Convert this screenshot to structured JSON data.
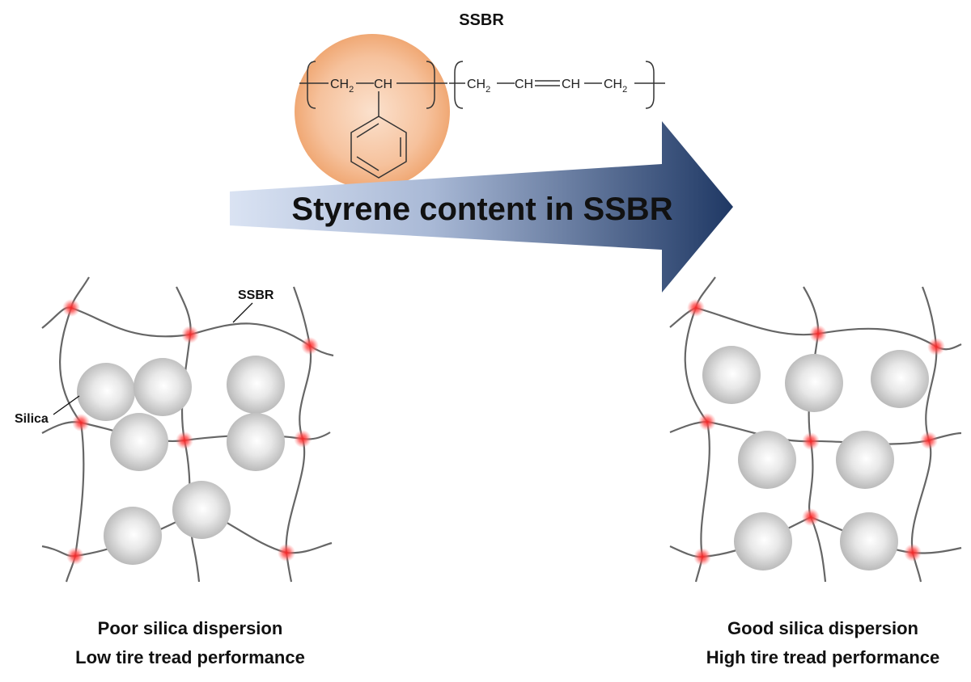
{
  "title": "SSBR",
  "formula": {
    "styrene_ch2": "CH",
    "styrene_ch": "CH",
    "butadiene": [
      "CH",
      "CH",
      "CH",
      "CH"
    ],
    "sub": "2"
  },
  "arrow_label": "Styrene content in SSBR",
  "left_panel": {
    "ssbr_label": "SSBR",
    "silica_label": "Silica",
    "caption_line1": "Poor silica dispersion",
    "caption_line2": "Low tire tread performance"
  },
  "right_panel": {
    "caption_line1": "Good silica dispersion",
    "caption_line2": "High tire tread performance"
  },
  "colors": {
    "styrene_circle": "#f4b183",
    "arrow_light": "#dae3f3",
    "arrow_dark": "#1f3864",
    "chain": "#666666",
    "crosslink": "#ff4d4d",
    "silica": "#c8c8c8"
  }
}
